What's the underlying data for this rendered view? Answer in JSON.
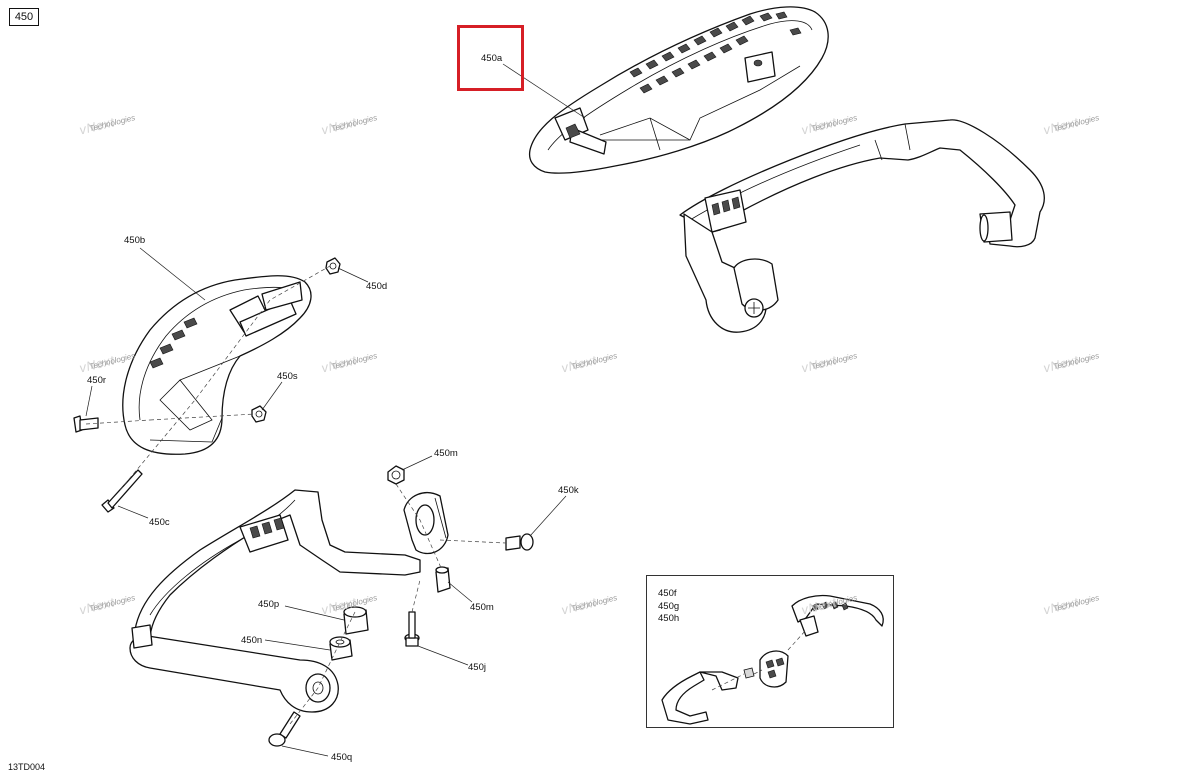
{
  "diagram": {
    "page_ref": "450",
    "drawing_code": "13TD004",
    "highlight_color": "#d61f26",
    "highlighted_label": "450a",
    "part_labels": {
      "a": "450a",
      "b": "450b",
      "c": "450c",
      "d": "450d",
      "s": "450s",
      "r": "450r",
      "m1": "450m",
      "m2": "450m",
      "k": "450k",
      "p": "450p",
      "n": "450n",
      "j": "450j",
      "q": "450q"
    },
    "inset_labels": [
      "450f",
      "450g",
      "450h"
    ],
    "watermark": {
      "line1": "vNext",
      "line2": "Technologies"
    }
  }
}
